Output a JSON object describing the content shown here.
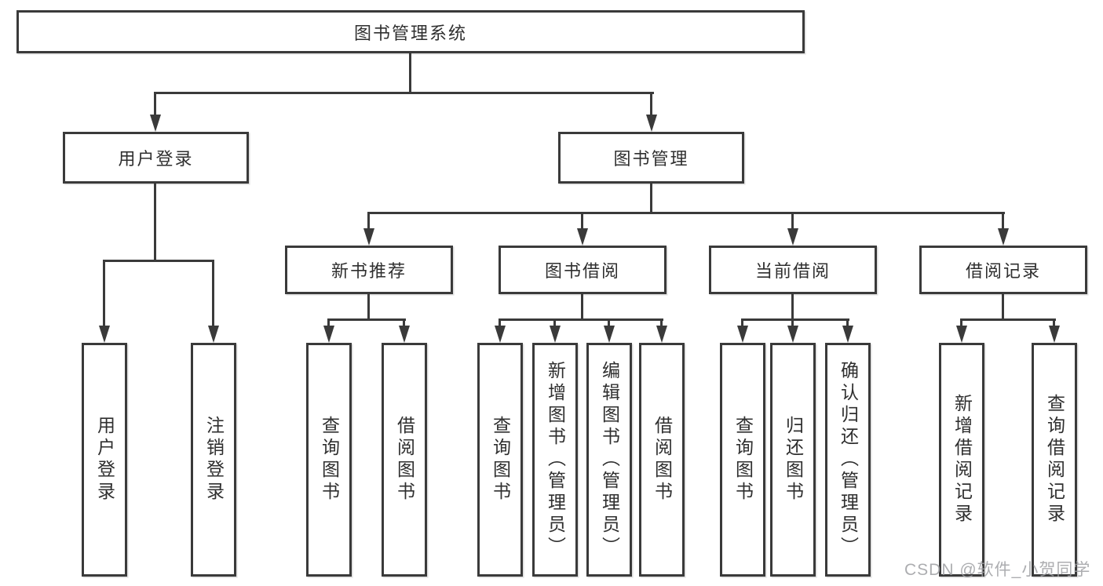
{
  "tree": {
    "label": "图书管理系统",
    "children": [
      {
        "label": "用户登录",
        "children": [
          {
            "label": "用户登录"
          },
          {
            "label": "注销登录"
          }
        ]
      },
      {
        "label": "图书管理",
        "children": [
          {
            "label": "新书推荐",
            "children": [
              {
                "label": "查询图书"
              },
              {
                "label": "借阅图书"
              }
            ]
          },
          {
            "label": "图书借阅",
            "children": [
              {
                "label": "查询图书"
              },
              {
                "label": "新增图书（管理员）"
              },
              {
                "label": "编辑图书（管理员）"
              },
              {
                "label": "借阅图书"
              }
            ]
          },
          {
            "label": "当前借阅",
            "children": [
              {
                "label": "查询图书"
              },
              {
                "label": "归还图书"
              },
              {
                "label": "确认归还（管理员）"
              }
            ]
          },
          {
            "label": "借阅记录",
            "children": [
              {
                "label": "新增借阅记录"
              },
              {
                "label": "查询借阅记录"
              }
            ]
          }
        ]
      }
    ]
  },
  "watermark": {
    "text": "CSDN @软件_小贺同学"
  },
  "colors": {
    "line": "#3a3a3a",
    "box_border": "#3a3a3a",
    "text": "#2f2f2f",
    "watermark": "#9e9fa2",
    "background": "#ffffff"
  }
}
